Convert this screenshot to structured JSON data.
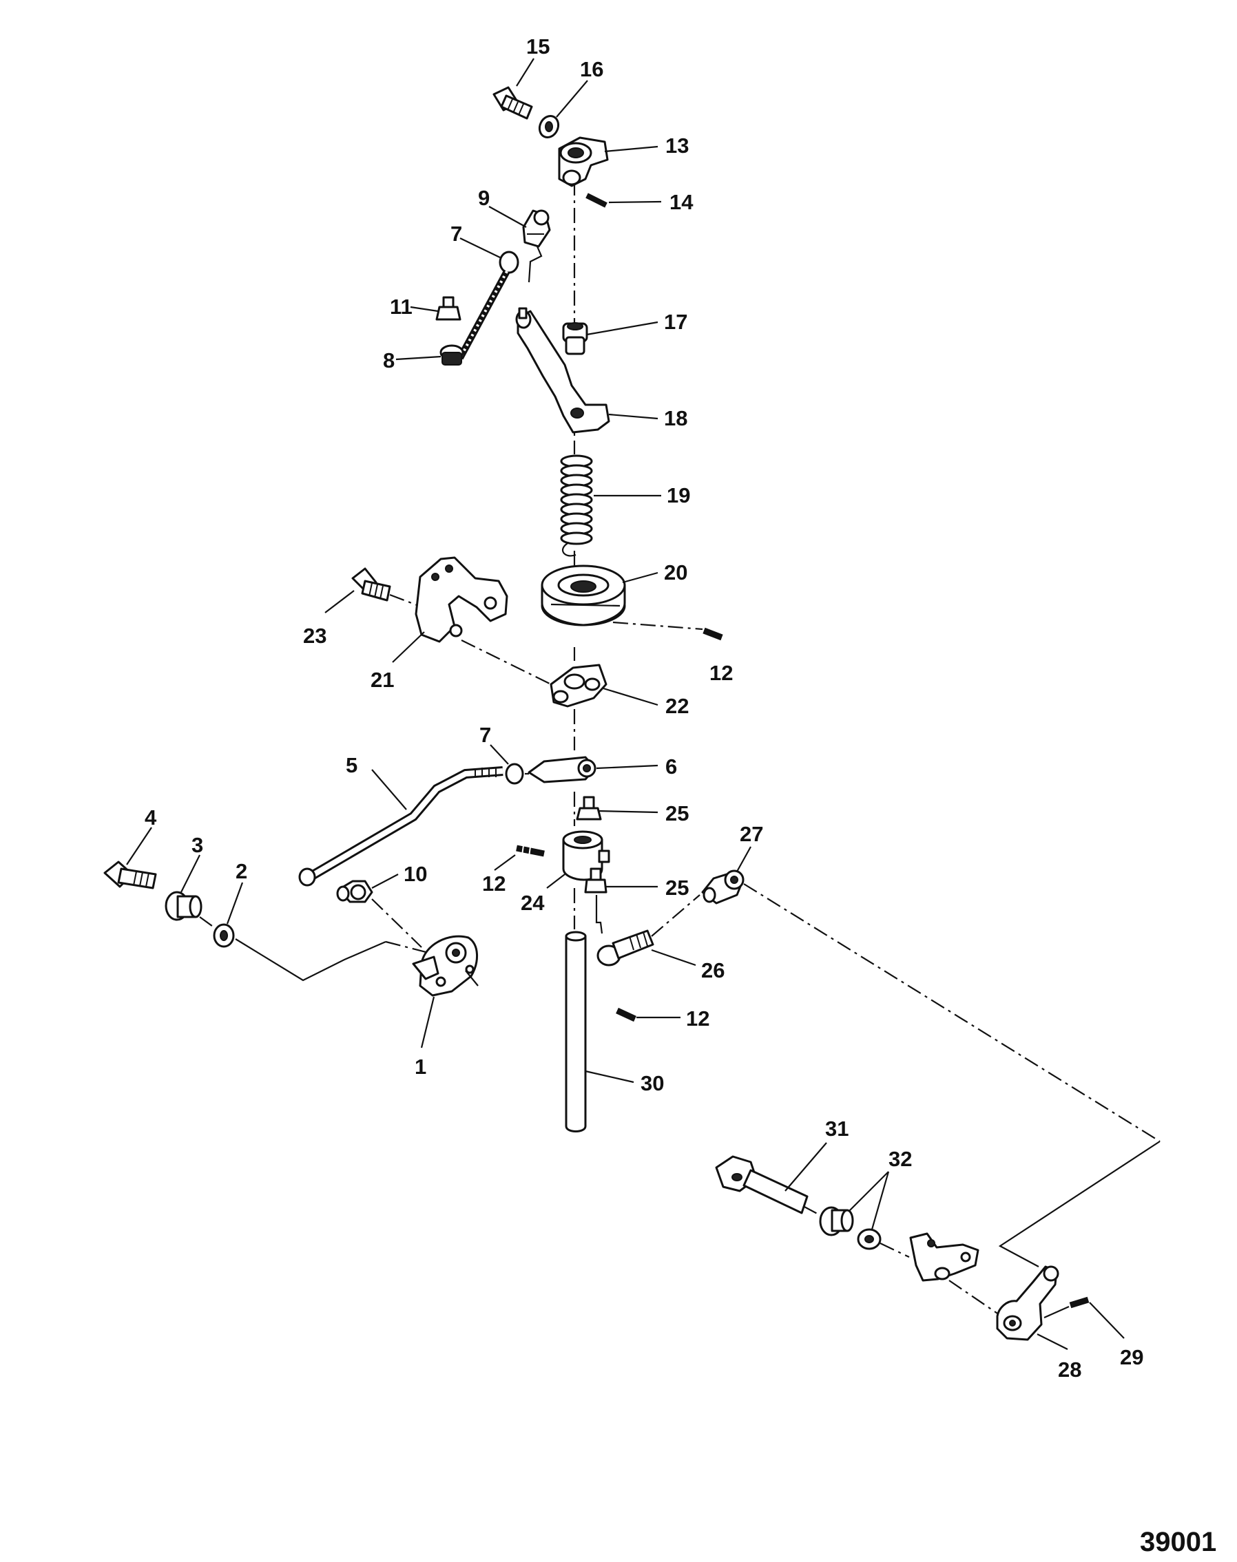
{
  "diagram": {
    "id": "39001",
    "callouts": {
      "p1": "1",
      "p2": "2",
      "p3": "3",
      "p4": "4",
      "p5": "5",
      "p6": "6",
      "p7a": "7",
      "p7b": "7",
      "p8": "8",
      "p9": "9",
      "p10": "10",
      "p11": "11",
      "p12a": "12",
      "p12b": "12",
      "p12c": "12",
      "p13": "13",
      "p14": "14",
      "p15": "15",
      "p16": "16",
      "p17": "17",
      "p18": "18",
      "p19": "19",
      "p20": "20",
      "p21": "21",
      "p22": "22",
      "p23": "23",
      "p24": "24",
      "p25a": "25",
      "p25b": "25",
      "p26": "26",
      "p27": "27",
      "p28": "28",
      "p29": "29",
      "p30": "30",
      "p31": "31",
      "p32": "32"
    }
  }
}
